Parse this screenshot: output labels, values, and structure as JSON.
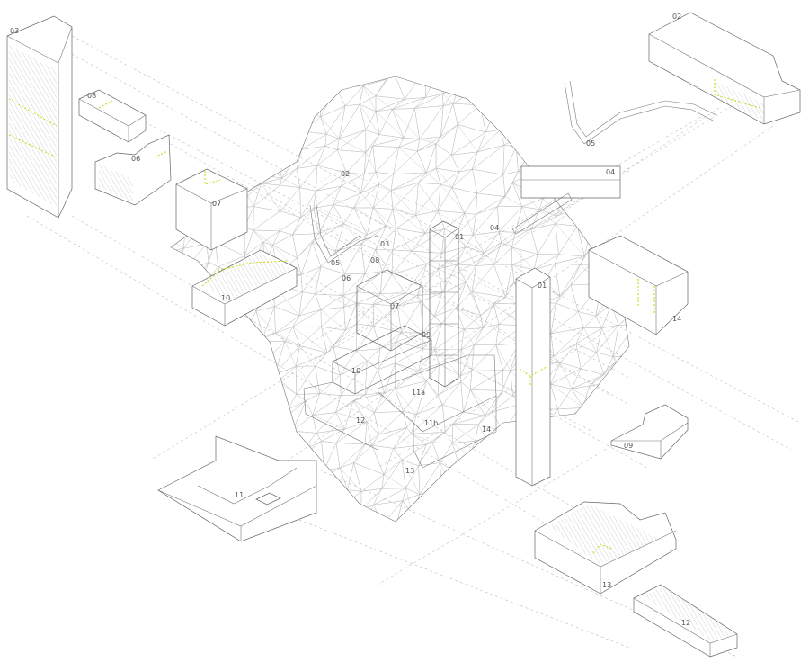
{
  "colors": {
    "accent": "#c8d400",
    "line": "#666666",
    "mesh": "#bbbbbb"
  },
  "labels": {
    "outer": {
      "l03": "03",
      "l08": "08",
      "l06": "06",
      "l07": "07",
      "l10": "10",
      "l02": "02",
      "l05": "05",
      "l04": "04",
      "l01": "01",
      "l14": "14",
      "l09": "09",
      "l11": "11",
      "l13": "13",
      "l12": "12"
    },
    "center": {
      "l02": "02",
      "l04": "04",
      "l01": "01",
      "l05": "05",
      "l03": "03",
      "l08": "08",
      "l06": "06",
      "l07": "07",
      "l09": "09",
      "l10": "10",
      "l11a": "11a",
      "l11b": "11b",
      "l12": "12",
      "l14": "14",
      "l13": "13"
    }
  }
}
